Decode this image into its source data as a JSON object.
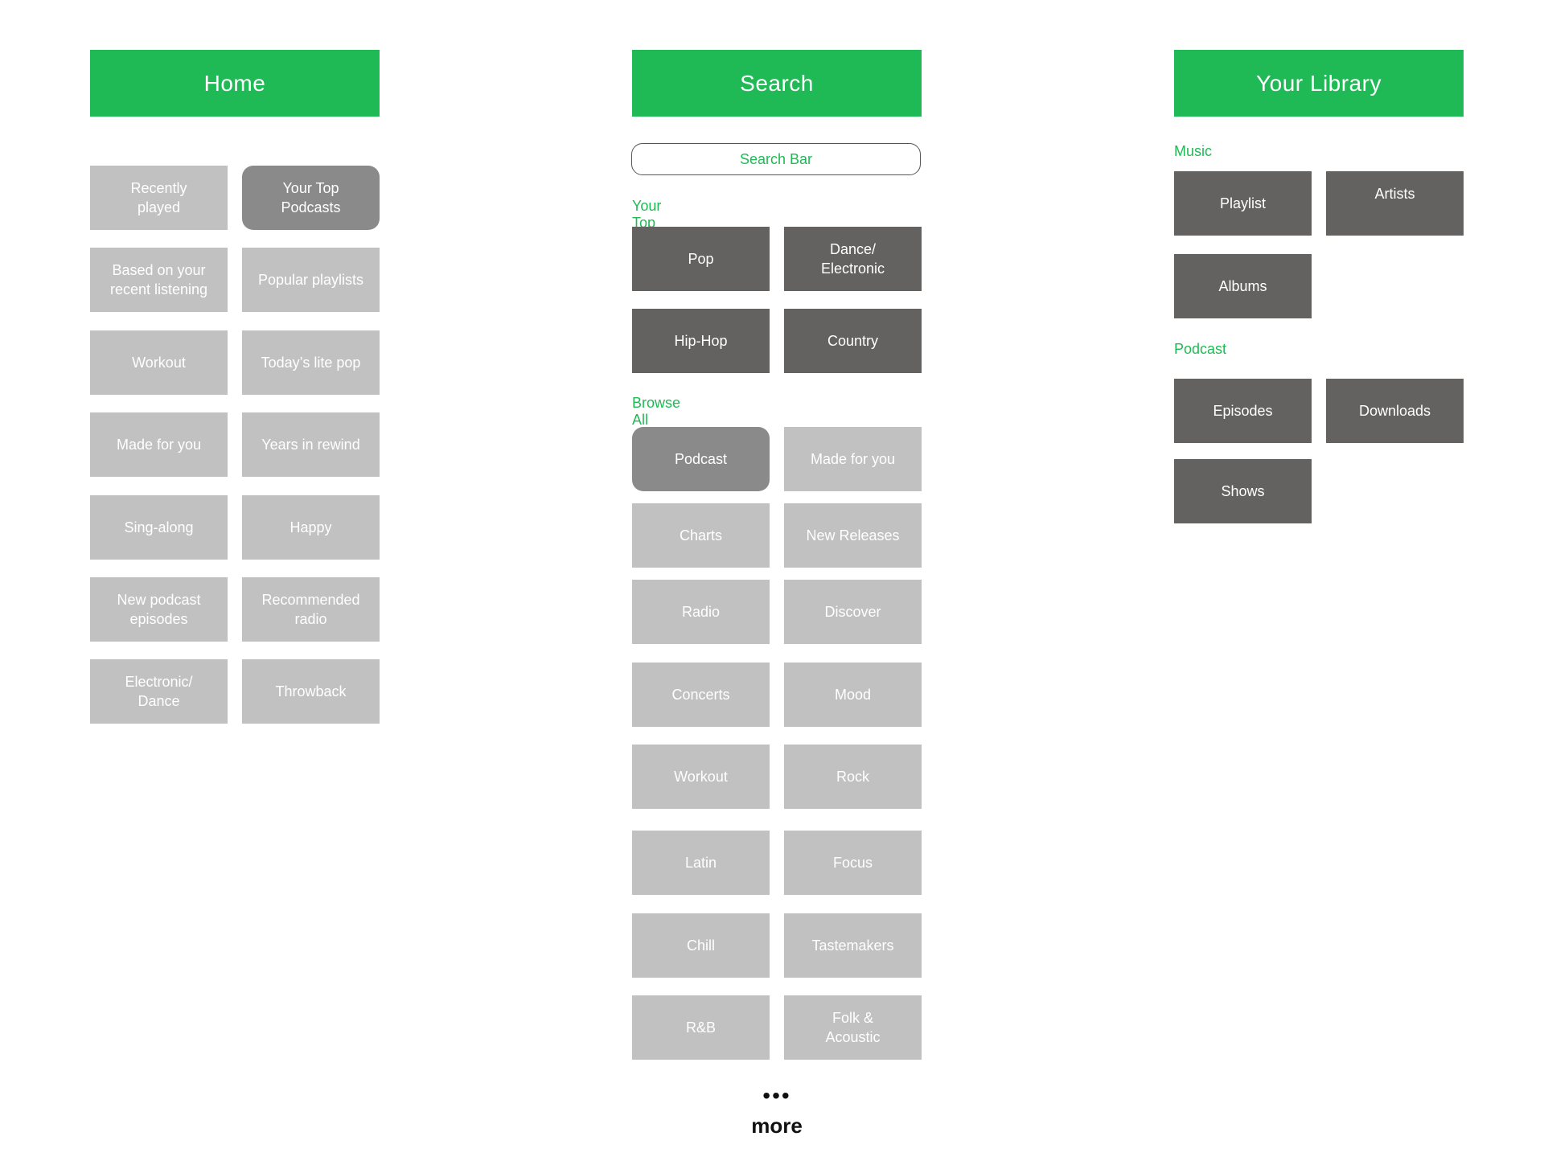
{
  "home": {
    "title": "Home",
    "tiles": [
      "Recently\nplayed",
      "Your Top\nPodcasts",
      "Based on your\nrecent listening",
      "Popular playlists",
      "Workout",
      "Today’s lite pop",
      "Made for you",
      "Years in rewind",
      "Sing-along",
      "Happy",
      "New podcast\nepisodes",
      "Recommended\nradio",
      "Electronic/\nDance",
      "Throwback"
    ]
  },
  "search": {
    "title": "Search",
    "search_bar": "Search Bar",
    "top_genres_label": "Your Top Genres",
    "top_genres": [
      "Pop",
      "Dance/\nElectronic",
      "Hip-Hop",
      "Country"
    ],
    "browse_label": "Browse All",
    "browse": [
      "Podcast",
      "Made for you",
      "Charts",
      "New Releases",
      "Radio",
      "Discover",
      "Concerts",
      "Mood",
      "Workout",
      "Rock",
      "Latin",
      "Focus",
      "Chill",
      "Tastemakers",
      "R&B",
      "Folk &\nAcoustic"
    ],
    "more_dots": "•••",
    "more_label": "more"
  },
  "library": {
    "title": "Your Library",
    "music_label": "Music",
    "music": [
      "Playlist",
      "Artists",
      "Albums"
    ],
    "podcast_label": "Podcast",
    "podcast": [
      "Episodes",
      "Downloads",
      "Shows"
    ]
  },
  "colors": {
    "accent_green": "#1fba55",
    "tile_light": "#c1c1c1",
    "tile_highlight": "#8a8a8a",
    "tile_dark": "#646161"
  }
}
